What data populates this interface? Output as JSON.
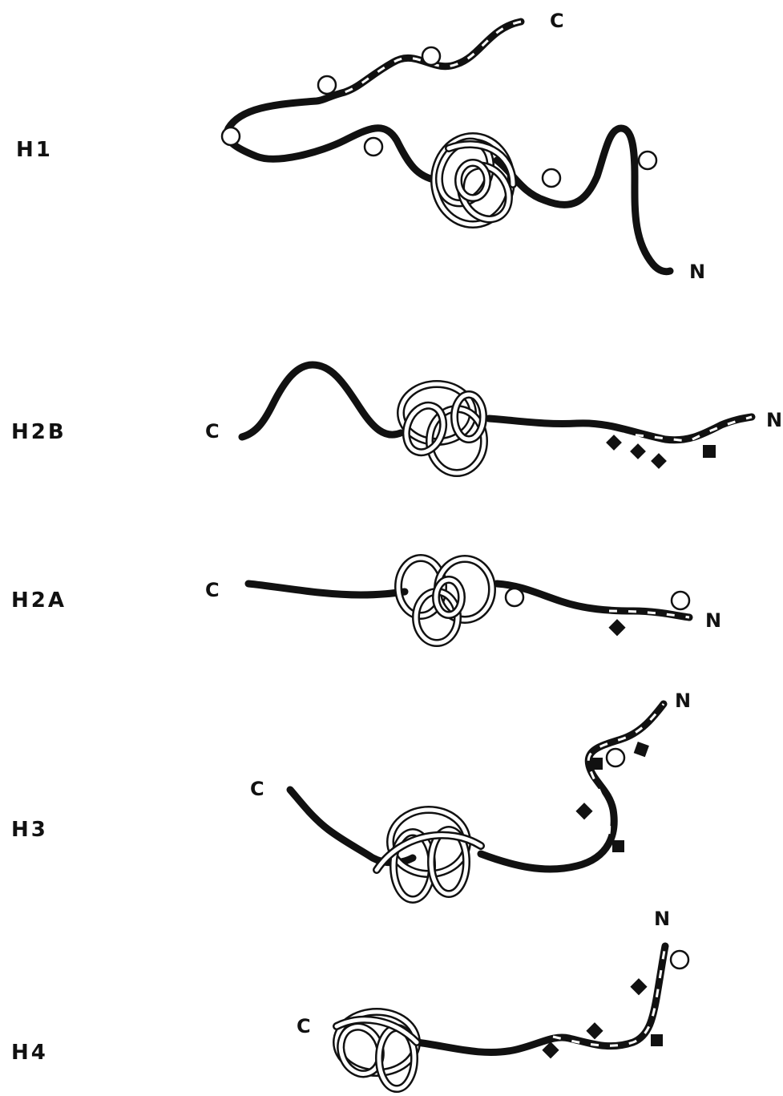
{
  "histones": [
    {
      "id": "h1",
      "label": "H1",
      "c": "C",
      "n": "N"
    },
    {
      "id": "h2b",
      "label": "H2B",
      "c": "C",
      "n": "N"
    },
    {
      "id": "h2a",
      "label": "H2A",
      "c": "C",
      "n": "N"
    },
    {
      "id": "h3",
      "label": "H3",
      "c": "C",
      "n": "N"
    },
    {
      "id": "h4",
      "label": "H4",
      "c": "C",
      "n": "N"
    }
  ]
}
